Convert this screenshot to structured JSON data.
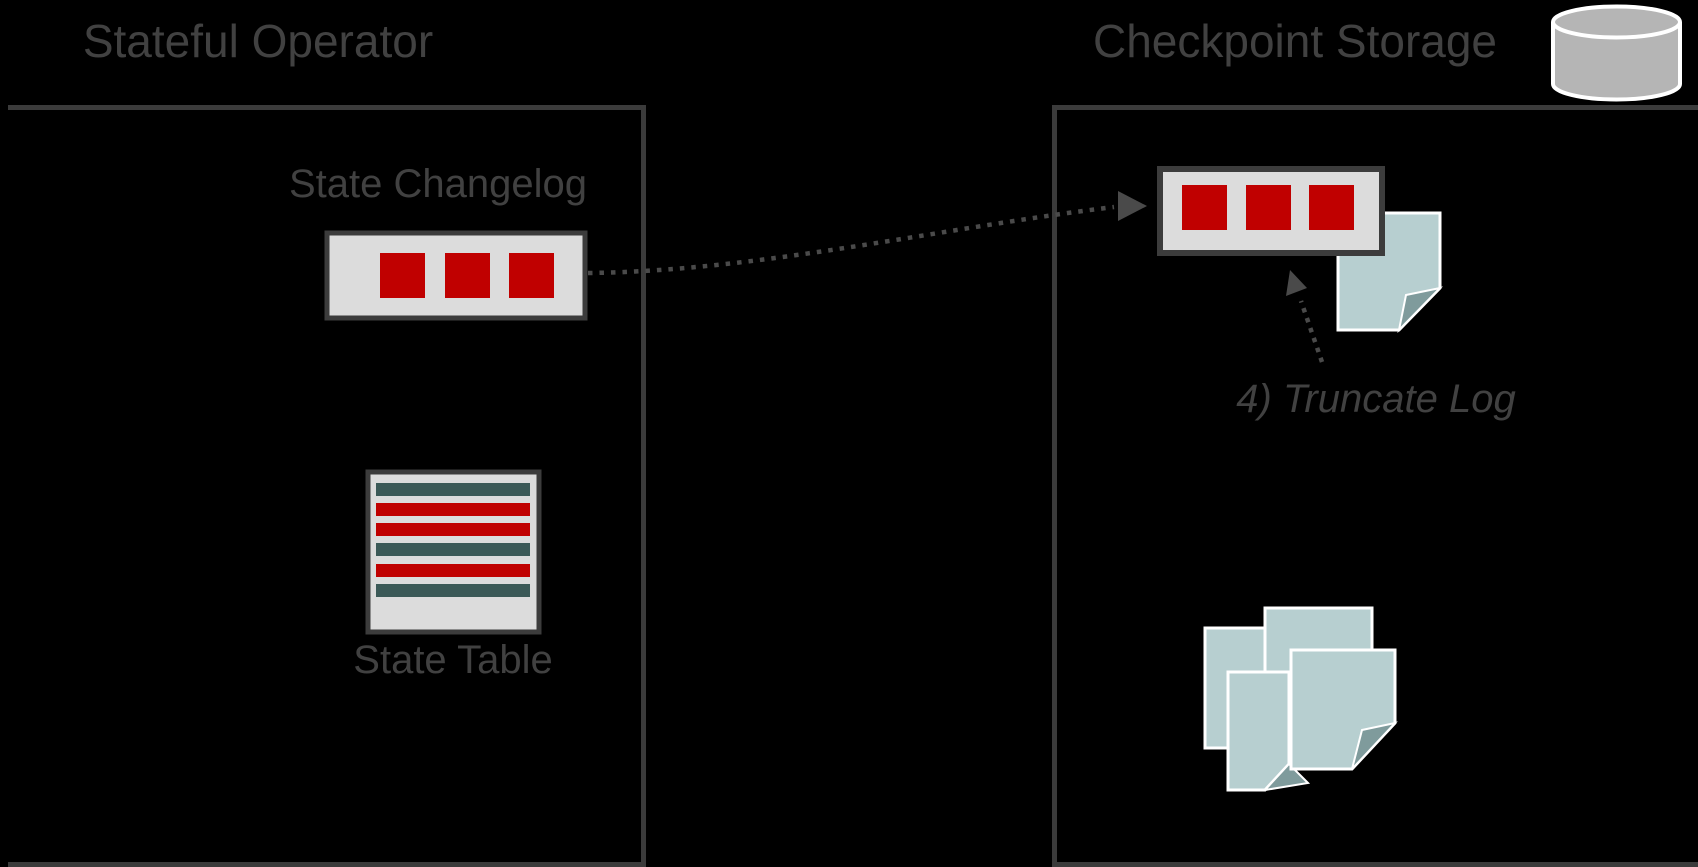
{
  "left_panel": {
    "title": "Stateful Operator",
    "changelog_label": "State Changelog",
    "table_label": "State Table",
    "changelog_entries": 3,
    "table_rows": [
      "teal",
      "red",
      "red",
      "teal",
      "red",
      "teal"
    ]
  },
  "right_panel": {
    "title": "Checkpoint Storage",
    "truncate_label": "4) Truncate Log",
    "changelog_entries": 3,
    "checkpoint_document_count": 5
  },
  "icons": {
    "storage": "database-cylinder-icon",
    "checkpoint_files": "document-folded-corner-icon",
    "arrows": "dotted-arrow-icon"
  },
  "colors": {
    "background": "#000000",
    "box_border": "#3b3b3b",
    "bar_fill": "#dcdcdc",
    "bar_border": "#3c3c3c",
    "red": "#c00000",
    "teal": "#3b5957",
    "document": "#b7cfd0",
    "document_fold": "#7f9b9c",
    "cylinder": "#b5b5b5",
    "arrow": "#4a4a4a",
    "text": "#414141",
    "white_stroke": "#ffffff"
  }
}
